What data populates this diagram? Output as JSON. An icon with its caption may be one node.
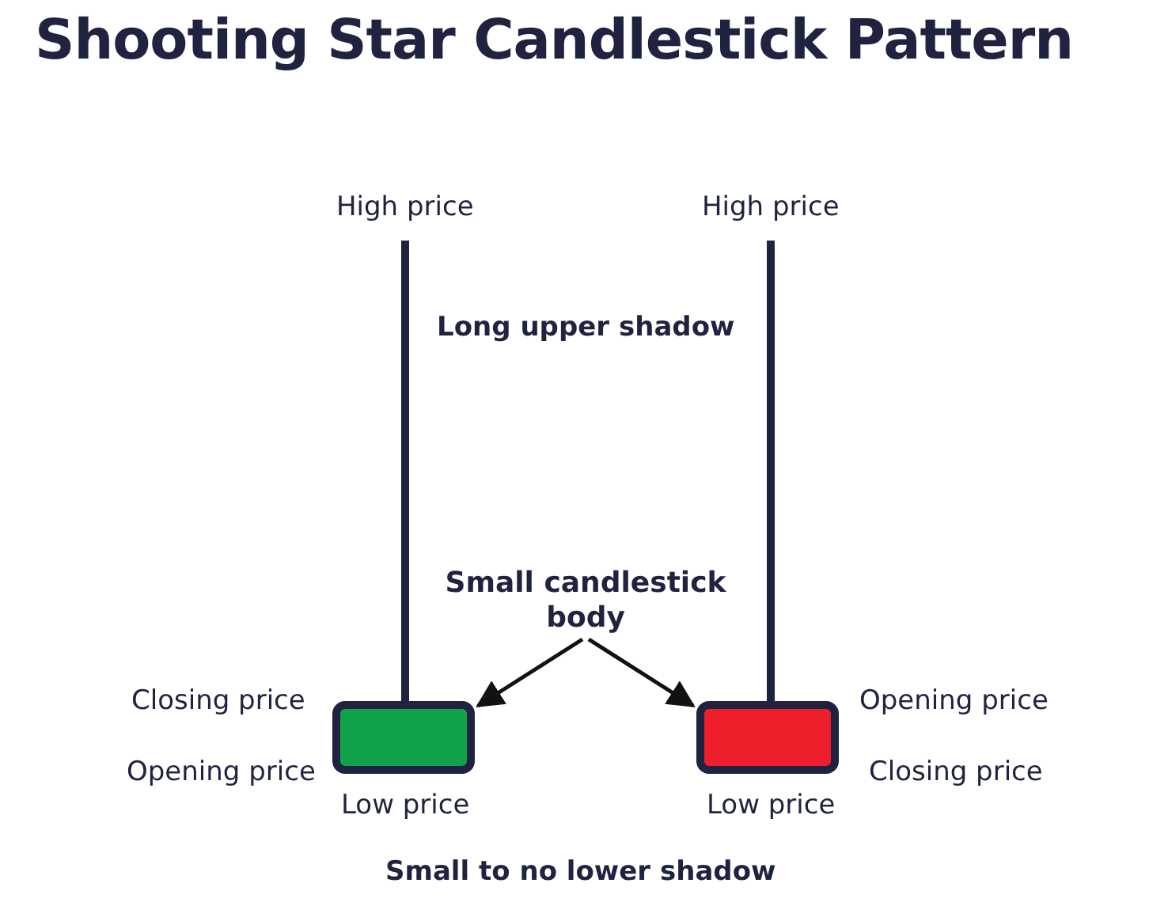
{
  "diagram": {
    "title": "Shooting Star Candlestick Pattern",
    "nodes": [
      {
        "text": [
          "Small candlestick body"
        ]
      },
      {
        "text": [],
        "shape": "box"
      },
      {
        "text": [],
        "shape": "box"
      }
    ],
    "edges": [
      {
        "from": 0,
        "to": 1,
        "arrow": "to"
      },
      {
        "from": 0,
        "to": 2,
        "arrow": "to"
      }
    ],
    "labels": [
      "High price",
      "High price",
      "Long upper shadow",
      "Closing price",
      "Opening price",
      "Opening price",
      "Closing price",
      "Low price",
      "Low price",
      "Small to no lower shadow"
    ]
  }
}
